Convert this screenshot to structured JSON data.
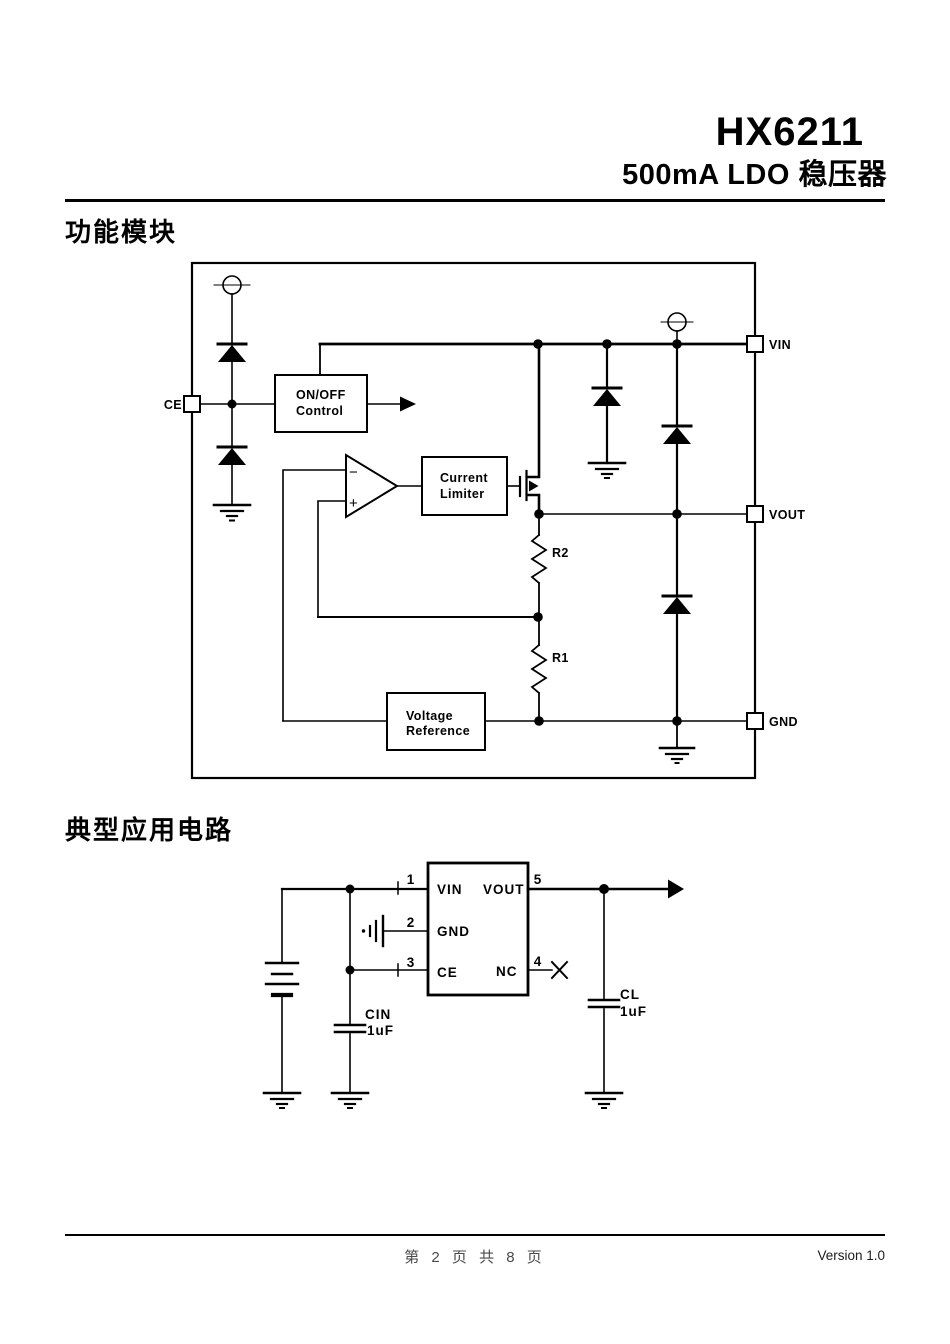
{
  "header": {
    "title": "HX6211",
    "subtitle": "500mA LDO 稳压器"
  },
  "sections": {
    "block_diagram_title": "功能模块",
    "app_circuit_title": "典型应用电路"
  },
  "bd": {
    "ce": "CE",
    "vin": "VIN",
    "vout": "VOUT",
    "gnd": "GND",
    "onoff1": "ON/OFF",
    "onoff2": "Control",
    "cl1": "Current",
    "cl2": "Limiter",
    "vr1": "Voltage",
    "vr2": "Reference",
    "minus": "−",
    "plus": "+",
    "r2": "R2",
    "r1": "R1"
  },
  "app": {
    "p1": "1",
    "p2": "2",
    "p3": "3",
    "p4": "4",
    "p5": "5",
    "vin": "VIN",
    "gnd": "GND",
    "ce": "CE",
    "vout": "VOUT",
    "nc": "NC",
    "cin": "CIN",
    "cin_val": "1uF",
    "cl": "CL",
    "cl_val": "1uF"
  },
  "footer": {
    "page_info": "第 2 页 共 8 页",
    "version": "Version 1.0"
  },
  "colors": {
    "ink": "#000000",
    "paper": "#ffffff"
  }
}
